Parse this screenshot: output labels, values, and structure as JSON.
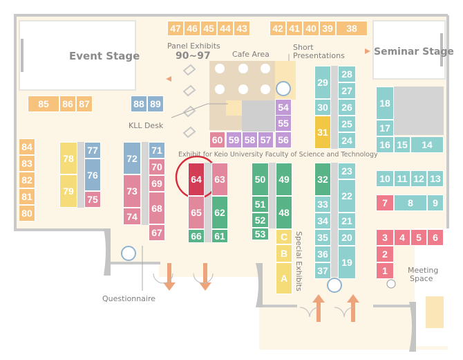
{
  "labels": {
    "event_stage": "Event Stage",
    "seminar_stage": "Seminar Stage",
    "panel_exhibits": "Panel Exhibits",
    "panel_range": "90~97",
    "cafe_area": "Cafe Area",
    "short_presentations_1": "Short",
    "short_presentations_2": "Presentations",
    "kll_desk": "KLL Desk",
    "faculty_exhibit": "Exhibit for Keio University Faculty of Science and Technology",
    "special_exhibits": "Special Exhibits",
    "questionnaire": "Questionnaire",
    "meeting_space_1": "Meeting",
    "meeting_space_2": "Space"
  },
  "highlight": "64",
  "colors": {
    "orange": "#f7c27c",
    "blue": "#8fb2cf",
    "pink": "#e2889c",
    "green": "#58b487",
    "purple": "#c199d6",
    "teal": "#8dd0ce",
    "coral": "#ef7b8a",
    "yellow": "#f6dc78",
    "gold": "#f1c744",
    "highlight": "#d23c55",
    "floor": "#fdf6e6"
  },
  "booths": [
    {
      "id": "47",
      "c": "orange"
    },
    {
      "id": "46",
      "c": "orange"
    },
    {
      "id": "45",
      "c": "orange"
    },
    {
      "id": "44",
      "c": "orange"
    },
    {
      "id": "43",
      "c": "orange"
    },
    {
      "id": "42",
      "c": "orange"
    },
    {
      "id": "41",
      "c": "orange"
    },
    {
      "id": "40",
      "c": "orange"
    },
    {
      "id": "39",
      "c": "orange"
    },
    {
      "id": "38",
      "c": "orange"
    },
    {
      "id": "85",
      "c": "orange"
    },
    {
      "id": "86",
      "c": "orange"
    },
    {
      "id": "87",
      "c": "orange"
    },
    {
      "id": "88",
      "c": "blue"
    },
    {
      "id": "89",
      "c": "blue"
    },
    {
      "id": "84",
      "c": "orange"
    },
    {
      "id": "83",
      "c": "orange"
    },
    {
      "id": "82",
      "c": "orange"
    },
    {
      "id": "81",
      "c": "orange"
    },
    {
      "id": "80",
      "c": "orange"
    },
    {
      "id": "78",
      "c": "yellow"
    },
    {
      "id": "79",
      "c": "yellow"
    },
    {
      "id": "77",
      "c": "blue"
    },
    {
      "id": "76",
      "c": "blue"
    },
    {
      "id": "75",
      "c": "pink"
    },
    {
      "id": "72",
      "c": "blue"
    },
    {
      "id": "73",
      "c": "pink"
    },
    {
      "id": "74",
      "c": "pink"
    },
    {
      "id": "71",
      "c": "blue"
    },
    {
      "id": "70",
      "c": "pink"
    },
    {
      "id": "69",
      "c": "pink"
    },
    {
      "id": "68",
      "c": "pink"
    },
    {
      "id": "67",
      "c": "pink"
    },
    {
      "id": "64",
      "c": "highlight"
    },
    {
      "id": "63",
      "c": "pink"
    },
    {
      "id": "65",
      "c": "pink"
    },
    {
      "id": "62",
      "c": "green"
    },
    {
      "id": "66",
      "c": "green"
    },
    {
      "id": "61",
      "c": "green"
    },
    {
      "id": "60",
      "c": "pink"
    },
    {
      "id": "59",
      "c": "purple"
    },
    {
      "id": "58",
      "c": "purple"
    },
    {
      "id": "57",
      "c": "purple"
    },
    {
      "id": "56",
      "c": "purple"
    },
    {
      "id": "55",
      "c": "purple"
    },
    {
      "id": "54",
      "c": "purple"
    },
    {
      "id": "50",
      "c": "green"
    },
    {
      "id": "51",
      "c": "green"
    },
    {
      "id": "52",
      "c": "green"
    },
    {
      "id": "53",
      "c": "green"
    },
    {
      "id": "49",
      "c": "green"
    },
    {
      "id": "48",
      "c": "green"
    },
    {
      "id": "C",
      "c": "yellow"
    },
    {
      "id": "B",
      "c": "yellow"
    },
    {
      "id": "A",
      "c": "yellow"
    },
    {
      "id": "29",
      "c": "teal"
    },
    {
      "id": "30",
      "c": "teal"
    },
    {
      "id": "31",
      "c": "gold"
    },
    {
      "id": "28",
      "c": "teal"
    },
    {
      "id": "27",
      "c": "teal"
    },
    {
      "id": "26",
      "c": "teal"
    },
    {
      "id": "25",
      "c": "teal"
    },
    {
      "id": "24",
      "c": "teal"
    },
    {
      "id": "32",
      "c": "green"
    },
    {
      "id": "33",
      "c": "teal"
    },
    {
      "id": "34",
      "c": "teal"
    },
    {
      "id": "35",
      "c": "teal"
    },
    {
      "id": "36",
      "c": "teal"
    },
    {
      "id": "37",
      "c": "teal"
    },
    {
      "id": "23",
      "c": "teal"
    },
    {
      "id": "22",
      "c": "teal"
    },
    {
      "id": "21",
      "c": "teal"
    },
    {
      "id": "20",
      "c": "teal"
    },
    {
      "id": "19",
      "c": "teal"
    },
    {
      "id": "18",
      "c": "teal"
    },
    {
      "id": "17",
      "c": "teal"
    },
    {
      "id": "16",
      "c": "teal"
    },
    {
      "id": "15",
      "c": "teal"
    },
    {
      "id": "14",
      "c": "teal"
    },
    {
      "id": "10",
      "c": "teal"
    },
    {
      "id": "11",
      "c": "teal"
    },
    {
      "id": "12",
      "c": "teal"
    },
    {
      "id": "13",
      "c": "teal"
    },
    {
      "id": "7",
      "c": "coral"
    },
    {
      "id": "8",
      "c": "teal"
    },
    {
      "id": "9",
      "c": "teal"
    },
    {
      "id": "3",
      "c": "coral"
    },
    {
      "id": "4",
      "c": "coral"
    },
    {
      "id": "5",
      "c": "coral"
    },
    {
      "id": "6",
      "c": "coral"
    },
    {
      "id": "2",
      "c": "coral"
    },
    {
      "id": "1",
      "c": "coral"
    }
  ]
}
